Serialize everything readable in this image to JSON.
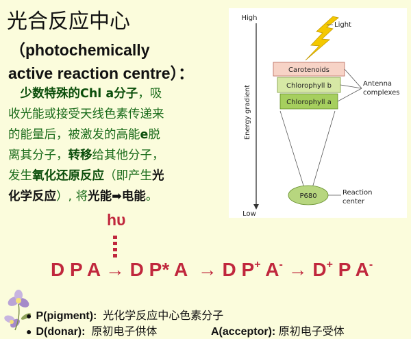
{
  "title": "光合反应中心",
  "subtitle_en_line1": "（photochemically",
  "subtitle_en_line2": "active reaction centre）：",
  "desc": {
    "l1a": "少数特殊的Chl a分子",
    "l1b": "，吸",
    "l2": "收光能或接受天线色素传递来",
    "l3a": "的能量后，被激发的高能",
    "l3b": "e",
    "l3c": "脱",
    "l4a": "离其分子，",
    "l4b": "转移",
    "l4c": "给其他分子，",
    "l5a": "发生",
    "l5b": "氧化还原反应",
    "l5c": "（即产生",
    "l5d": "光",
    "l6a": "化学反应",
    "l6b": "）, 将",
    "l6c": "光能➡电能",
    "l6d": "。"
  },
  "hv_label": "hυ",
  "chain": {
    "s1": "D P A",
    "arrow1": "→",
    "s2": "D P* A",
    "arrow2": "→",
    "s3a": "D P",
    "s3p": "+",
    "s3b": " A",
    "s3m": "-",
    "arrow3": "→",
    "s4a": "D",
    "s4p": "+",
    "s4b": " P A",
    "s4m": "-"
  },
  "defs": {
    "p_term": "P(pigment):",
    "p_desc": "光化学反应中心色素分子",
    "d_term": "D(donar):",
    "d_desc": "原初电子供体",
    "a_term": "A(acceptor):",
    "a_desc": "原初电子受体"
  },
  "figure": {
    "high": "High",
    "low": "Low",
    "axis_label": "Energy gradient",
    "light": "Light",
    "carotenoids": "Carotenoids",
    "chl_b": "Chlorophyll b",
    "chl_a": "Chlorophyll a",
    "antenna_line1": "Antenna",
    "antenna_line2": "complexes",
    "p680": "P680",
    "reaction_line1": "Reaction",
    "reaction_line2": "center"
  },
  "colors": {
    "background": "#fbfcdc",
    "green_text": "#1a6b1a",
    "red_text": "#c0273d",
    "carotenoid_box": "#f7d3c6",
    "chl_b_box": "#d6e8a5",
    "chl_a_box": "#a6cf5e",
    "p680_fill": "#b7d67f",
    "lightning": "#f4c800"
  }
}
